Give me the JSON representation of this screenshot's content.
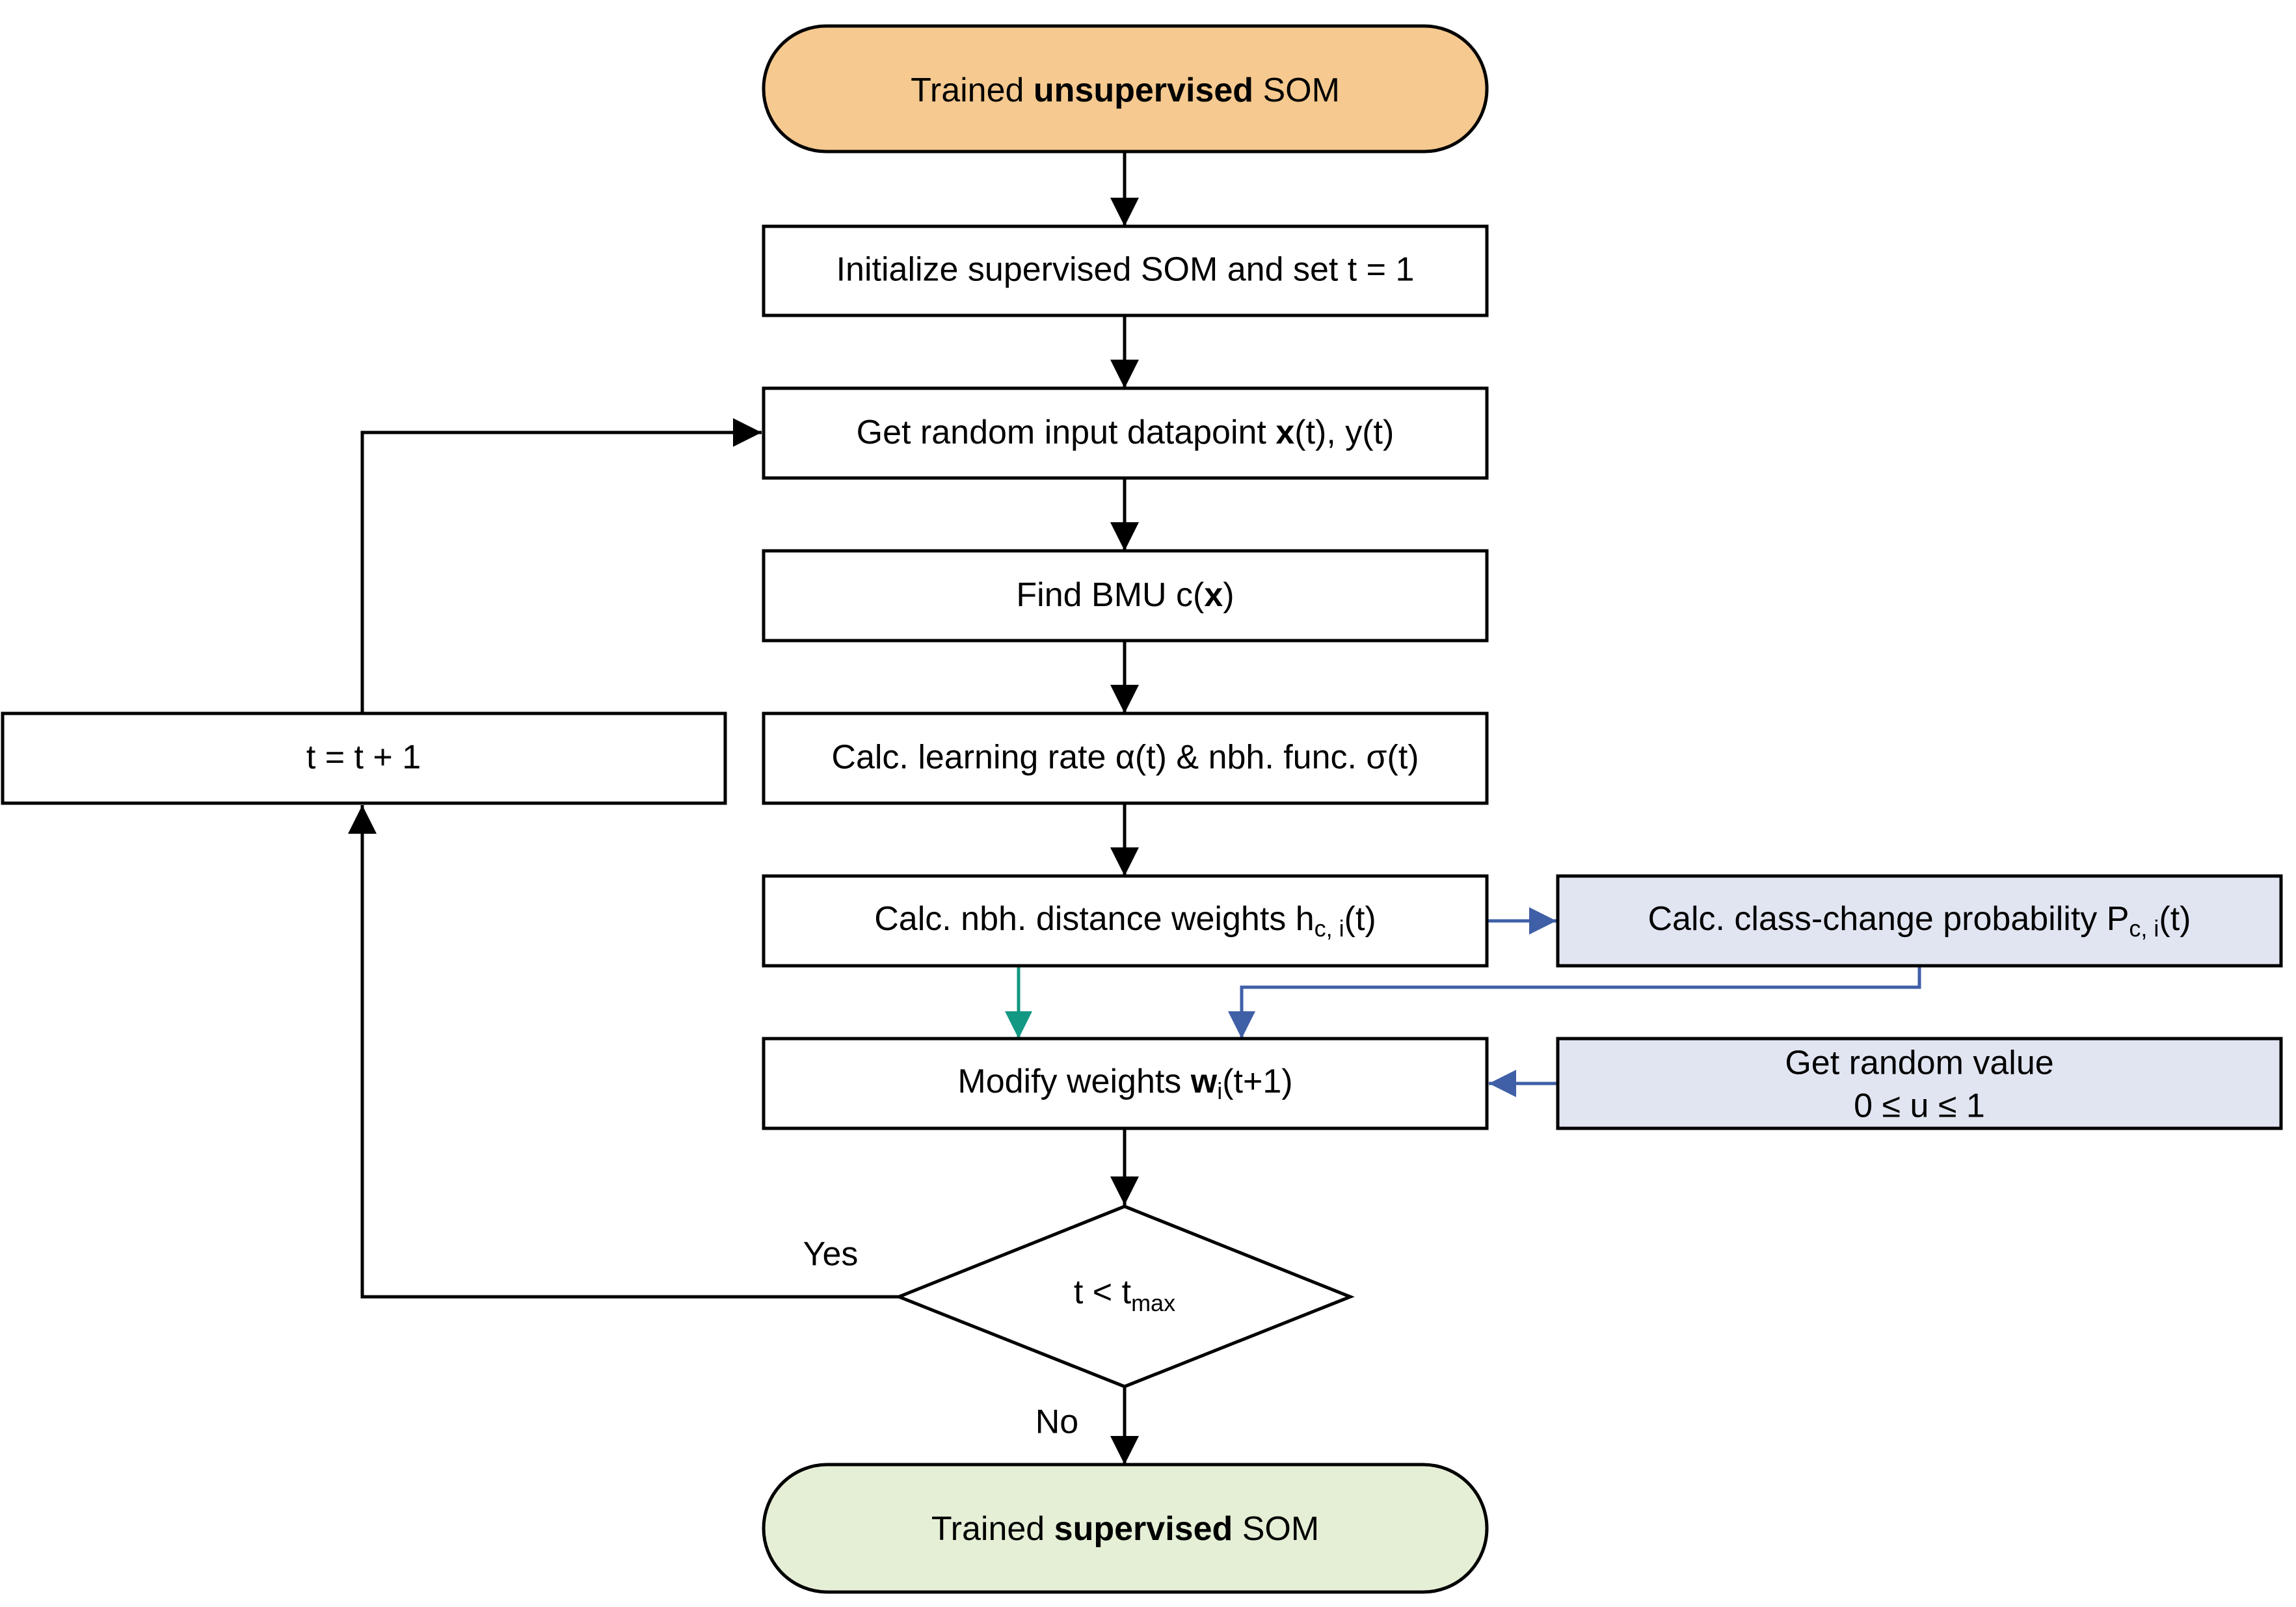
{
  "colors": {
    "start_fill": "#f5c98f",
    "end_fill": "#e4efd6",
    "side_fill": "#e1e5f1",
    "stroke": "#000000",
    "blue_arrow": "#3f5fa7",
    "teal_arrow": "#129883"
  },
  "nodes": {
    "start": {
      "pre": "Trained ",
      "bold": "unsupervised",
      "post": " SOM"
    },
    "init": {
      "text": "Initialize supervised SOM and set t = 1"
    },
    "get_input": {
      "pre": "Get random input datapoint ",
      "bold": "x",
      "post": "(t), y(t)"
    },
    "bmu": {
      "pre": "Find BMU c(",
      "bold": "x",
      "post": ")"
    },
    "rates": {
      "text": "Calc. learning rate α(t) & nbh. func. σ(t)"
    },
    "dist": {
      "pre": "Calc. nbh. distance weights h",
      "sub": "c, i",
      "post": "(t)"
    },
    "modify": {
      "pre": "Modify weights ",
      "bold": "w",
      "sub": "i",
      "post": "(t+1)"
    },
    "decision": {
      "pre": "t < t",
      "sub": "max"
    },
    "increment": {
      "text": "t = t + 1"
    },
    "prob": {
      "pre": "Calc. class-change probability P",
      "sub": "c, i",
      "post": "(t)"
    },
    "random": {
      "line1": "Get random value",
      "line2": "0 ≤ u ≤ 1"
    },
    "end": {
      "pre": "Trained ",
      "bold": "supervised",
      "post": " SOM"
    }
  },
  "edges": {
    "yes": "Yes",
    "no": "No"
  }
}
